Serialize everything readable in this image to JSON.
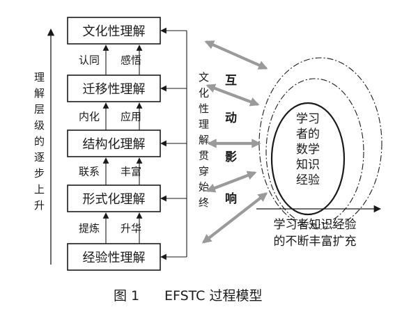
{
  "levels": [
    "文化性理解",
    "迁移性理解",
    "结构化理解",
    "形式化理解",
    "经验性理解"
  ],
  "connectors": [
    [
      "认同",
      "感悟"
    ],
    [
      "内化",
      "应用"
    ],
    [
      "联系",
      "丰富"
    ],
    [
      "提炼",
      "升华"
    ]
  ],
  "left_label": "理解层级的逐步上升",
  "middle_label": "文化性理解贯穿始终",
  "interaction_chars": [
    "互",
    "动",
    "影",
    "响"
  ],
  "learner": {
    "lines": [
      "学习",
      "者的",
      "数学",
      "知识",
      "经验"
    ]
  },
  "expansion_label": [
    "学习者知识经验",
    "的不断丰富扩充"
  ],
  "caption": {
    "figure_no": "图 1",
    "title": "EFSTC 过程模型"
  }
}
